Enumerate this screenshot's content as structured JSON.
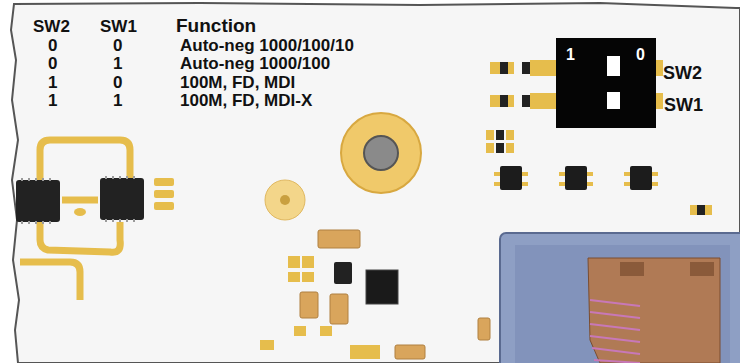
{
  "diagram": {
    "nodes": [
      {
        "text": [
          "1",
          "0"
        ]
      }
    ],
    "labels": [
      "SW2",
      "SW1",
      "Function",
      "0",
      "0",
      "Auto-neg 1000/100/10",
      "0",
      "1",
      "Auto-neg 1000/100",
      "1",
      "0",
      "100M, FD, MDI",
      "1",
      "1",
      "100M, FD, MDI-X",
      "SW2",
      "SW1"
    ]
  }
}
